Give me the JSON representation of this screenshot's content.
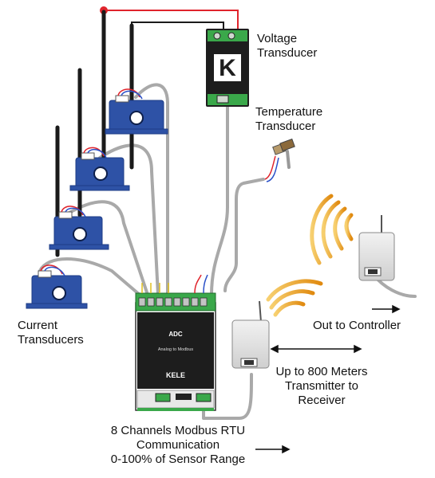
{
  "labels": {
    "voltage_line1": "Voltage",
    "voltage_line2": "Transducer",
    "temperature_line1": "Temperature",
    "temperature_line2": "Transducer",
    "current_line1": "Current",
    "current_line2": "Transducers",
    "out_to_controller": "Out to Controller",
    "range_line1": "Up to 800 Meters",
    "range_line2": "Transmitter to",
    "range_line3": "Receiver",
    "adc_line1": "8 Channels Modbus RTU",
    "adc_line2": "Communication",
    "adc_line3": "0-100% of Sensor Range"
  },
  "adc": {
    "title": "ADC",
    "subtitle": "Analog to Modbus"
  },
  "logo": {
    "voltage_logo_letter": "K",
    "adc_logo_text": "KELE"
  },
  "colors": {
    "cable_gray": "#a9a9a9",
    "ct_blue": "#2e52a6",
    "device_black": "#1d1d1d",
    "terminal_green": "#3aa84a",
    "wire_red": "#e0242c",
    "wire_blue": "#2a50c8",
    "wave_orange": "#f0a020"
  }
}
